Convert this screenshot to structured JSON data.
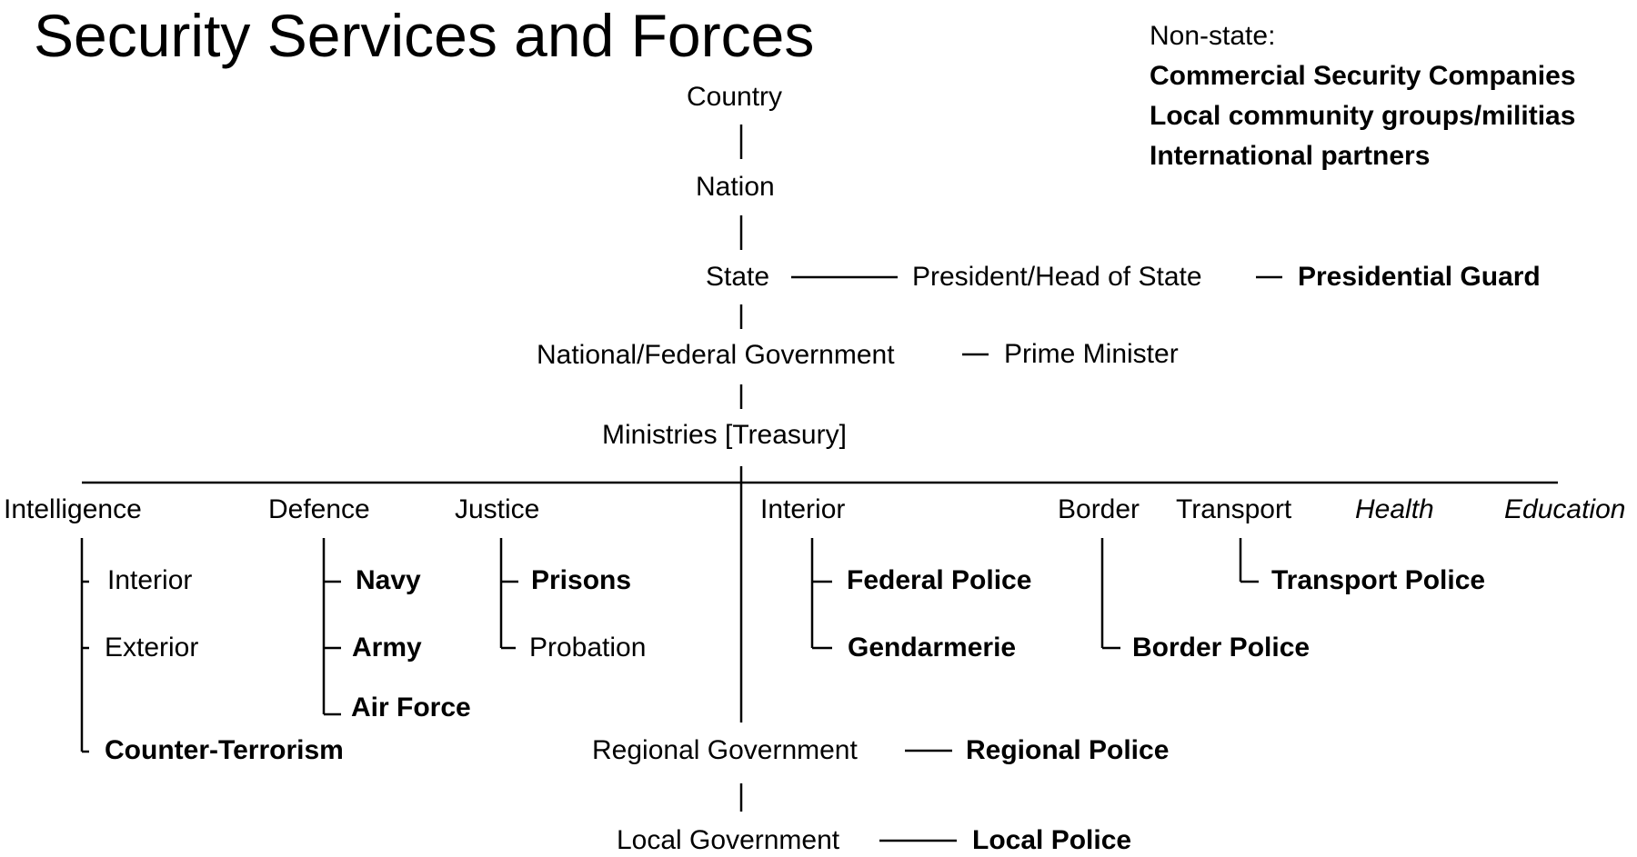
{
  "title": "Security Services and Forces",
  "non_state": {
    "heading": "Non-state:",
    "items": [
      "Commercial Security Companies",
      "Local community groups/militias",
      "International partners"
    ]
  },
  "spine": {
    "country": "Country",
    "nation": "Nation",
    "state": "State",
    "president": "President/Head of State",
    "presidential_guard": "Presidential Guard",
    "national_government": "National/Federal Government",
    "prime_minister": "Prime Minister",
    "ministries": "Ministries [Treasury]"
  },
  "ministries": {
    "intelligence": {
      "label": "Intelligence",
      "children": [
        "Interior",
        "Exterior",
        "Counter-Terrorism"
      ]
    },
    "defence": {
      "label": "Defence",
      "children": [
        "Navy",
        "Army",
        "Air Force"
      ]
    },
    "justice": {
      "label": "Justice",
      "children": [
        "Prisons",
        "Probation"
      ]
    },
    "interior": {
      "label": "Interior",
      "children": [
        "Federal Police",
        "Gendarmerie"
      ]
    },
    "border": {
      "label": "Border",
      "children": [
        "Border Police"
      ]
    },
    "transport": {
      "label": "Transport",
      "children": [
        "Transport Police"
      ]
    },
    "health": {
      "label": "Health"
    },
    "education": {
      "label": "Education"
    }
  },
  "regional": {
    "label": "Regional Government",
    "force": "Regional Police"
  },
  "local": {
    "label": "Local Government",
    "force": "Local Police"
  }
}
